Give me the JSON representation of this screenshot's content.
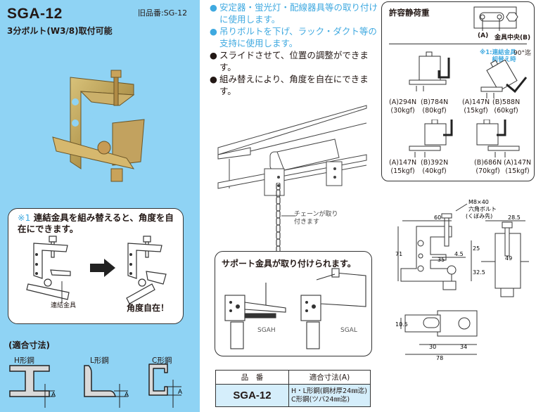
{
  "product": {
    "code": "SGA-12",
    "old_code": "旧品番:SG-12",
    "subtitle": "3分ボルト(W3/8)取付可能"
  },
  "features": [
    {
      "text": "安定器・蛍光灯・配線器具等の取り付けに使用します。",
      "color": "blue"
    },
    {
      "text": "吊りボルトを下げ、ラック・ダクト等の支持に使用します。",
      "color": "blue"
    },
    {
      "text": "スライドさせて、位置の調整ができます。",
      "color": "black"
    },
    {
      "text": "組み替えにより、角度を自在にできます。",
      "color": "black"
    }
  ],
  "note": {
    "mark": "※1",
    "text": "連結金具を組み替えると、角度を自在にできます。",
    "part_label": "連結金具",
    "result_label": "角度自在！"
  },
  "fit_sizes": {
    "title": "(適合寸法)",
    "shapes": [
      {
        "label": "H形鋼",
        "dim": "A"
      },
      {
        "label": "L形鋼",
        "dim": "A"
      },
      {
        "label": "C形鋼",
        "dim": "A"
      }
    ]
  },
  "chain_label": "チェーンが取り付きます",
  "support": {
    "title": "サポート金具が取り付けられます。",
    "items": [
      "SGAH",
      "SGAL"
    ]
  },
  "table": {
    "headers": [
      "品　番",
      "適合寸法(A)"
    ],
    "rows": [
      {
        "code": "SGA-12",
        "fit_line1": "H・L形鋼(鋼材厚24㎜迄)",
        "fit_line2": "C形鋼(ツバ24㎜迄)"
      }
    ]
  },
  "load": {
    "title": "許容静荷重",
    "key_a": "(A)",
    "key_b": "金具中央(B)",
    "connect_note_line1": "※1:連結金具",
    "connect_note_line2": "組替え時",
    "angle": "90°迄",
    "cases": [
      {
        "a": "(A)294N",
        "a_kgf": "(30kgf)",
        "b": "(B)784N",
        "b_kgf": "(80kgf)"
      },
      {
        "a": "(A)147N",
        "a_kgf": "(15kgf)",
        "b": "(B)588N",
        "b_kgf": "(60kgf)"
      },
      {
        "a": "(A)147N",
        "a_kgf": "(15kgf)",
        "b": "(B)392N",
        "b_kgf": "(40kgf)"
      },
      {
        "a": "(B)686N",
        "a_kgf": "(70kgf)",
        "b": "(A)147N",
        "b_kgf": "(15kgf)"
      }
    ]
  },
  "dimensions": {
    "bolt_label_line1": "M8×40",
    "bolt_label_line2": "六角ボルト",
    "bolt_label_line3": "(くぼみ先)",
    "width_top": "60",
    "side_width": "28.5",
    "height_total": "71",
    "d35": "35",
    "d4_5": "4.5",
    "d25": "25",
    "d32_5": "32.5",
    "d49": "49",
    "d10_5": "10.5",
    "d30": "30",
    "d34": "34",
    "d78": "78"
  }
}
